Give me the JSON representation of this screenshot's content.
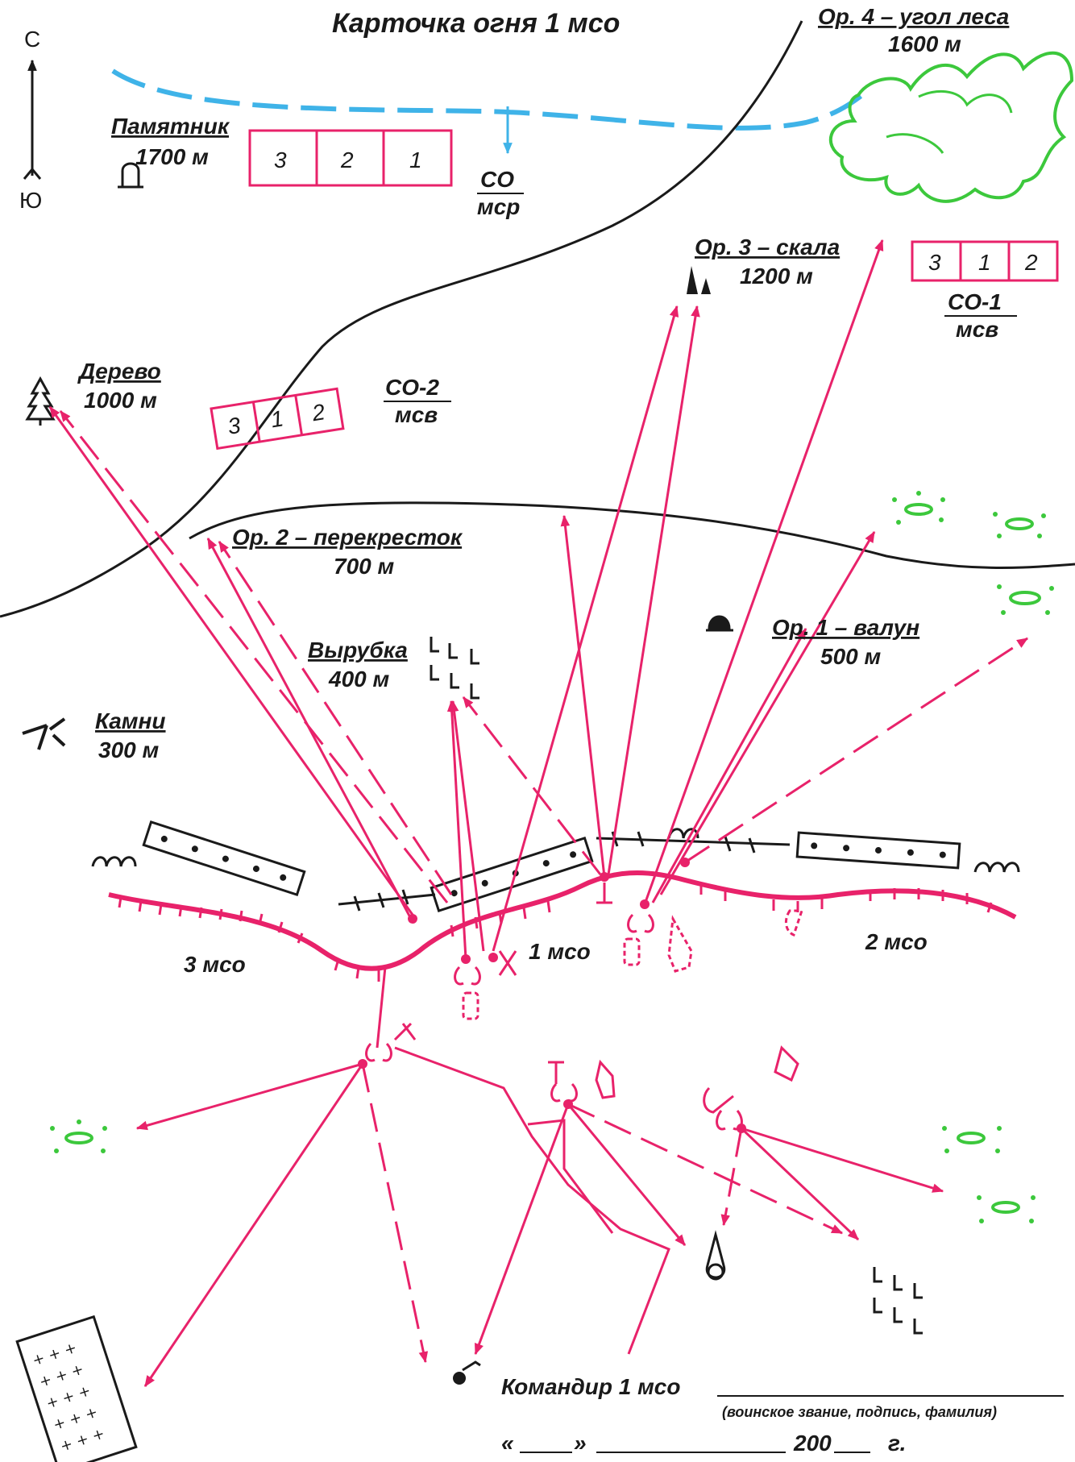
{
  "title": "Карточка огня 1 мсо",
  "compass": {
    "north": "С",
    "south": "Ю"
  },
  "colors": {
    "fire": "#e8226a",
    "river": "#3fb3e8",
    "forest": "#3cc83c",
    "road": "#1a1a1a",
    "text": "#1a1a1a"
  },
  "landmarks": [
    {
      "name": "Ор. 4 – угол леса",
      "range": "1600 м"
    },
    {
      "name": "Ор. 3 – скала",
      "range": "1200 м"
    },
    {
      "name": "Ор. 2 – перекресток",
      "range": "700 м"
    },
    {
      "name": "Ор. 1 – валун",
      "range": "500 м"
    },
    {
      "name": "Памятник",
      "range": "1700 м"
    },
    {
      "name": "Дерево",
      "range": "1000 м"
    },
    {
      "name": "Вырубка",
      "range": "400 м"
    },
    {
      "name": "Камни",
      "range": "300 м"
    }
  ],
  "fire_zones": [
    {
      "name": "СО",
      "unit": "мср",
      "cells": [
        "3",
        "2",
        "1"
      ]
    },
    {
      "name": "СО-1",
      "unit": "мсв",
      "cells": [
        "3",
        "1",
        "2"
      ]
    },
    {
      "name": "СО-2",
      "unit": "мсв",
      "cells": [
        "3",
        "1",
        "2"
      ]
    }
  ],
  "squads": [
    "3 мсо",
    "1 мсо",
    "2 мсо"
  ],
  "signature": {
    "label": "Командир 1 мсо",
    "hint": "(воинское звание, подпись, фамилия)",
    "date_open": "«",
    "date_close": "»",
    "year": "200",
    "year_suffix": "г."
  }
}
